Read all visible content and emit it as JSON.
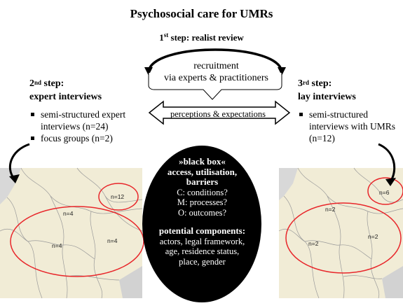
{
  "title": "Psychosocial care for UMRs",
  "step1": "1st step:  realist review",
  "recruitment": {
    "line1": "recruitment",
    "line2": "via experts & practitioners"
  },
  "perceptions": "perceptions & expectations",
  "step2": {
    "heading_line1": "2nd  step:",
    "heading_line2": "expert interviews",
    "items": [
      "semi-structured expert interviews (n=24)",
      "focus groups (n=2)"
    ]
  },
  "step3": {
    "heading_line1": "3rd step:",
    "heading_line2": "lay interviews",
    "items": [
      "semi-structured interviews with UMRs (n=12)"
    ]
  },
  "black_box": {
    "title": "»black box«",
    "subtitle_line1": "access, utilisation,",
    "subtitle_line2": "barriers",
    "c": "C: conditions?",
    "m": "M: processes?",
    "o": "O: outcomes?",
    "components_heading": "potential components:",
    "components_line1": "actors, legal framework,",
    "components_line2": "age, residence status,",
    "components_line3": "place, gender"
  },
  "map_left": {
    "labels": [
      "n=12",
      "n=4",
      "n=4",
      "n=4"
    ]
  },
  "map_right": {
    "labels": [
      "n=6",
      "n=2",
      "n=2",
      "n=2"
    ]
  },
  "colors": {
    "highlight_circle": "#e8262a",
    "map_land": "#f1ecd6",
    "map_sea": "#cfcfcf",
    "black_box": "#000000"
  }
}
